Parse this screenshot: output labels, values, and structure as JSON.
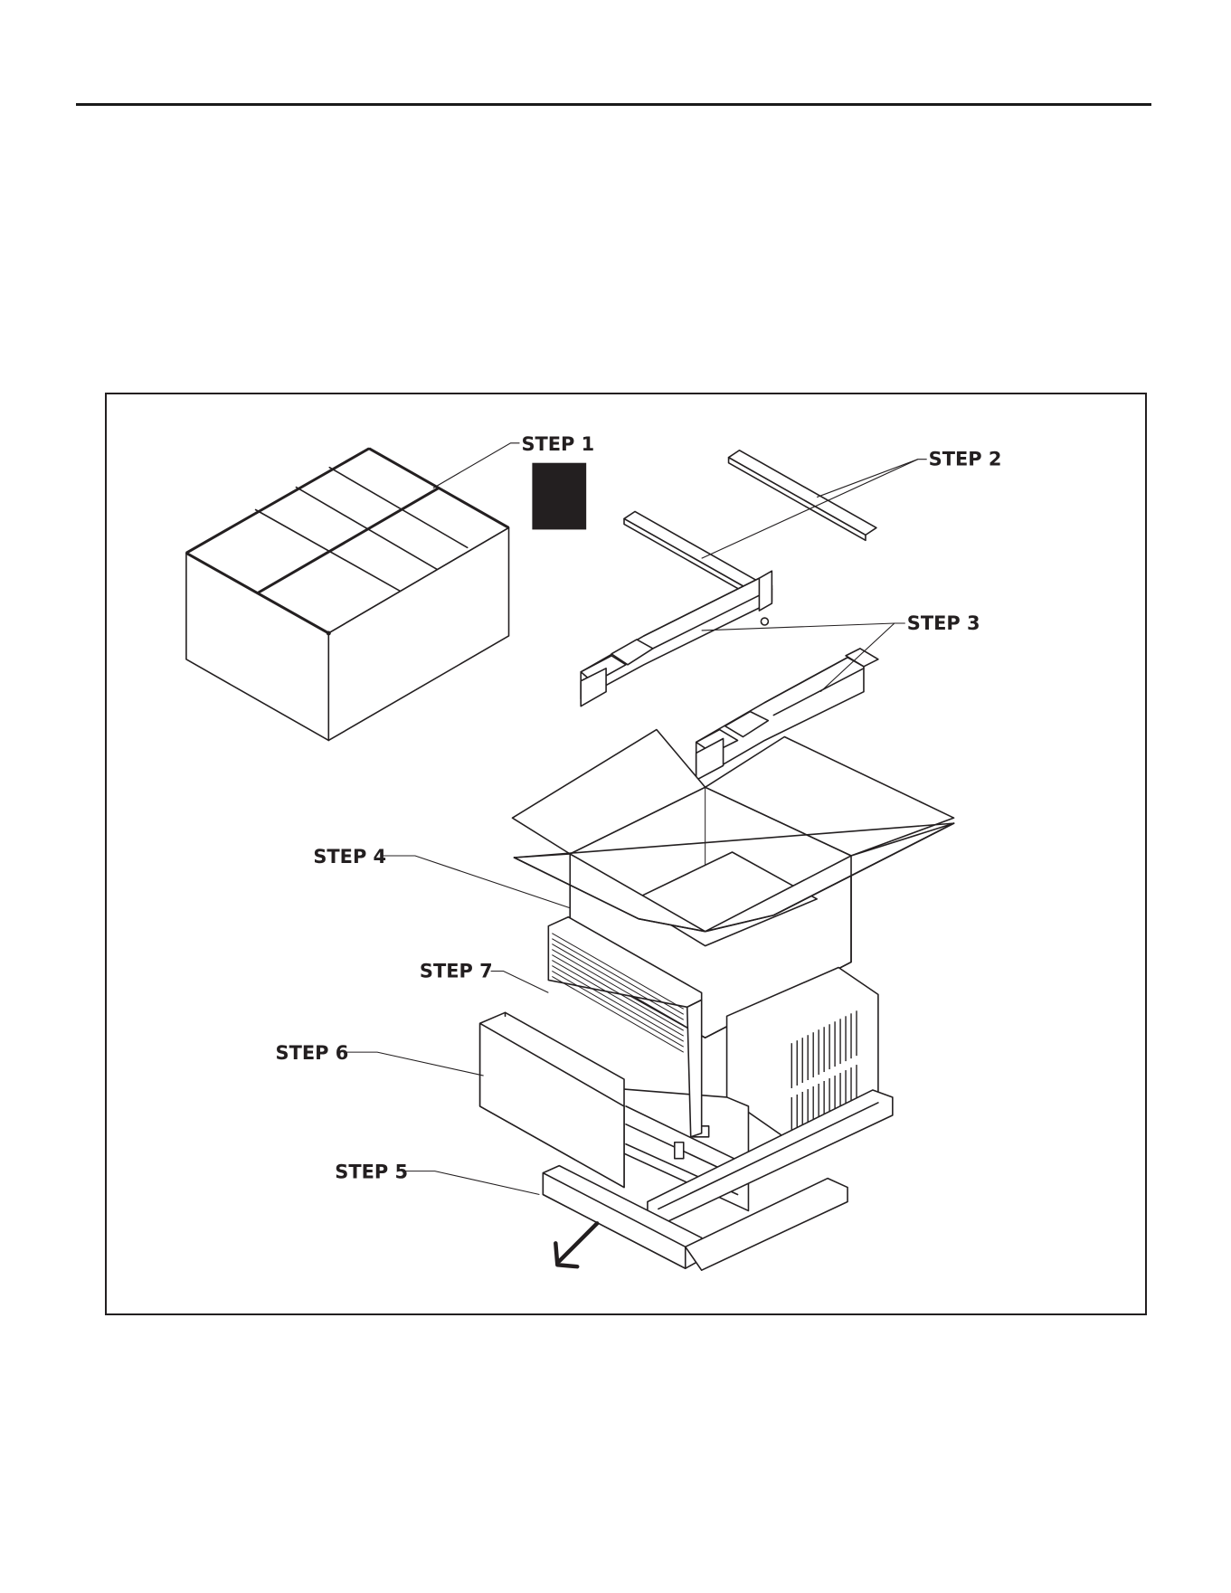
{
  "figure": {
    "steps": [
      {
        "id": "step-1",
        "label": "STEP 1"
      },
      {
        "id": "step-2",
        "label": "STEP 2"
      },
      {
        "id": "step-3",
        "label": "STEP 3"
      },
      {
        "id": "step-4",
        "label": "STEP 4"
      },
      {
        "id": "step-5",
        "label": "STEP 5"
      },
      {
        "id": "step-6",
        "label": "STEP 6"
      },
      {
        "id": "step-7",
        "label": "STEP 7"
      }
    ],
    "colors": {
      "ink": "#231f20",
      "paper": "#ffffff"
    }
  }
}
